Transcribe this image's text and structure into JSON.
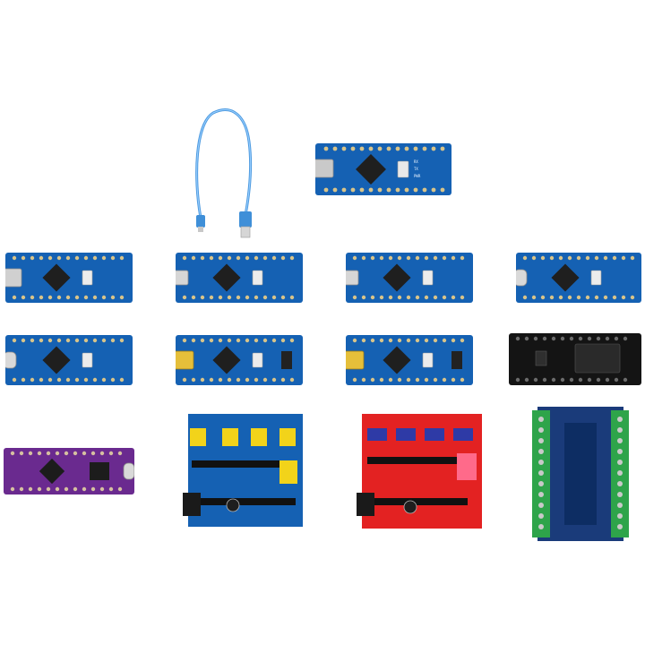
{
  "scene": {
    "background": "#ffffff",
    "kind": "product photo of microcontroller boards, shields and a cable"
  },
  "colors": {
    "pcb_blue": "#1561b3",
    "pcb_blue_dark": "#0d4a8e",
    "pcb_purple": "#6a2a8f",
    "pcb_red": "#e32222",
    "pcb_black": "#141414",
    "terminal_green": "#2ea44a",
    "header_yellow": "#f2d31a",
    "pad_gold": "#d8c48a",
    "cable_blue": "#5aa6e6"
  },
  "objects": [
    {
      "name": "usb-cable",
      "icon": "cable-icon"
    },
    {
      "name": "nano-board-mini-usb-top"
    },
    {
      "name": "nano-board-mini-usb"
    },
    {
      "name": "nano-board-micro-usb-a"
    },
    {
      "name": "nano-board-micro-usb-b"
    },
    {
      "name": "nano-board-usb-c-top-right"
    },
    {
      "name": "nano-board-usb-c-row3"
    },
    {
      "name": "nano-board-gold-mini-usb-a"
    },
    {
      "name": "nano-board-gold-mini-usb-b"
    },
    {
      "name": "black-wireless-module"
    },
    {
      "name": "purple-nano-board-usb-c"
    },
    {
      "name": "blue-nano-io-shield"
    },
    {
      "name": "red-nano-io-shield"
    },
    {
      "name": "nano-screw-terminal-adapter"
    }
  ]
}
